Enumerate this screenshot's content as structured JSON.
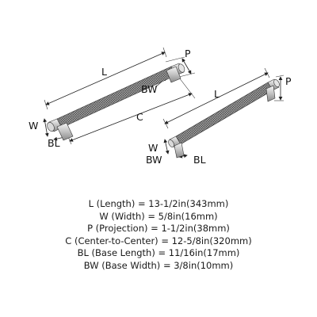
{
  "labels": {
    "left": {
      "L": "L",
      "P": "P",
      "BW": "BW",
      "C": "C",
      "W": "W",
      "BL": "BL"
    },
    "right": {
      "L": "L",
      "P": "P",
      "W": "W",
      "BW": "BW",
      "BL": "BL"
    }
  },
  "specs": [
    {
      "label": "L (Length) = 13-1/2in(343mm)"
    },
    {
      "label": "W (Width) = 5/8in(16mm)"
    },
    {
      "label": "P (Projection) = 1-1/2in(38mm)"
    },
    {
      "label": "C (Center-to-Center) = 12-5/8in(320mm)"
    },
    {
      "label": "BL (Base Length) = 11/16in(17mm)"
    },
    {
      "label": "BW (Base Width) = 3/8in(10mm)"
    }
  ]
}
